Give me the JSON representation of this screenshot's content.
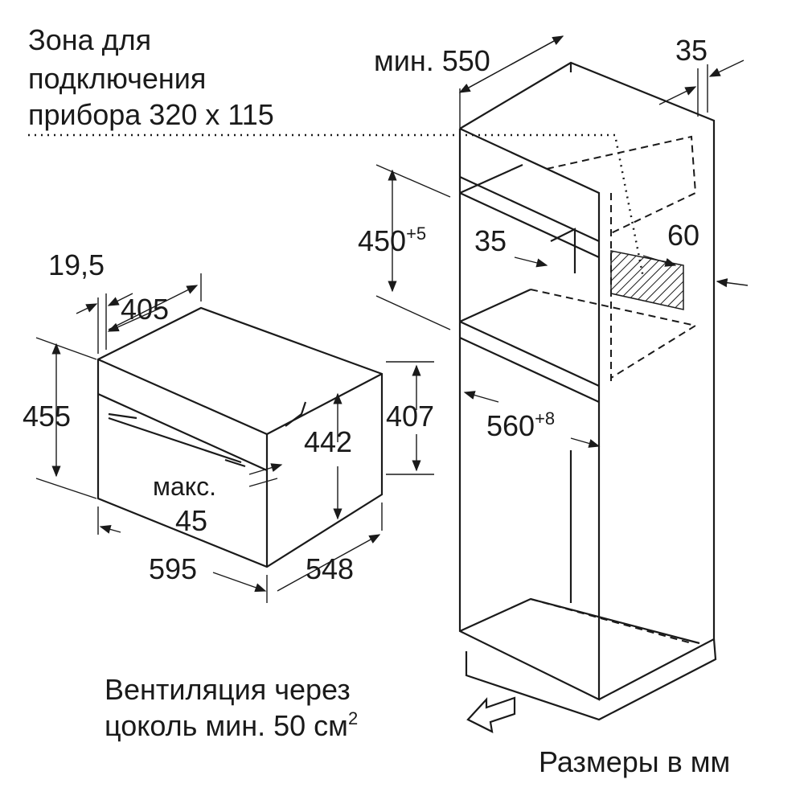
{
  "zone": {
    "line1": "Зона для",
    "line2": "подключения",
    "line3": "прибора 320 x 115"
  },
  "dims": {
    "min_550": "мин. 550",
    "d35_top": "35",
    "d450": "450",
    "d450_sup": "+5",
    "d35_mid": "35",
    "d60": "60",
    "d19_5": "19,5",
    "d405": "405",
    "d455": "455",
    "d442": "442",
    "d407": "407",
    "max": "макс.",
    "d45": "45",
    "d595": "595",
    "d548": "548",
    "d560": "560",
    "d560_sup": "+8"
  },
  "ventilation": {
    "line1": "Вентиляция через",
    "line2": "цоколь мин. 50 см",
    "sup": "2"
  },
  "units": "Размеры в мм"
}
